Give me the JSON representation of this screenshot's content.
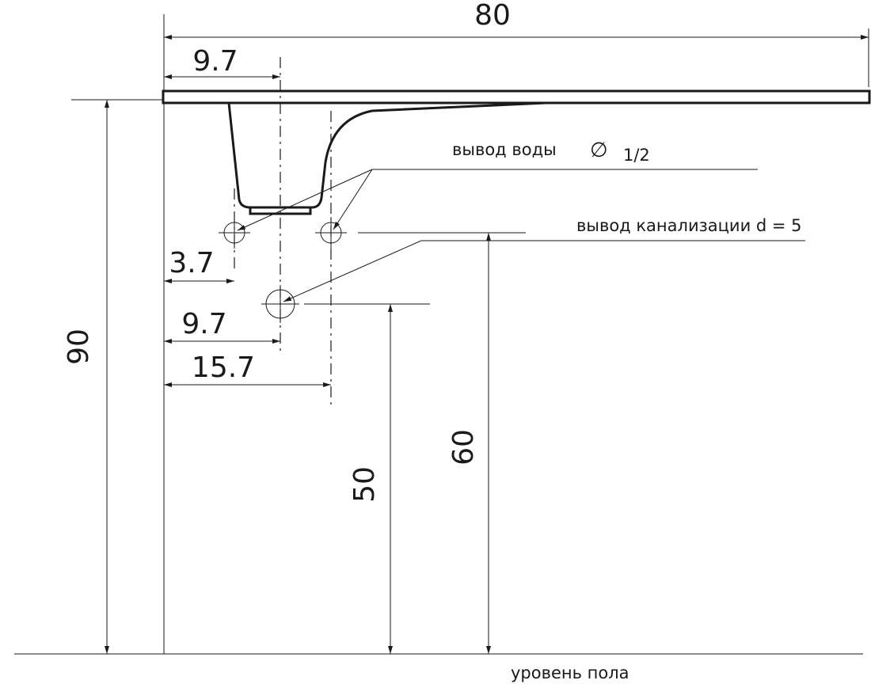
{
  "dimensions": {
    "top_width": "80",
    "top_left_offset": "9.7",
    "total_height": "90",
    "offset_3_7": "3.7",
    "offset_9_7": "9.7",
    "offset_15_7": "15.7",
    "height_50": "50",
    "height_60": "60"
  },
  "labels": {
    "water_outlet": "вывод воды",
    "water_diameter_symbol": "∅",
    "water_diameter_value": "1/2",
    "sewer_outlet": "вывод канализации d = 5",
    "floor_level": "уровень пола"
  },
  "colors": {
    "line": "#1a1a1a",
    "background": "#ffffff"
  }
}
